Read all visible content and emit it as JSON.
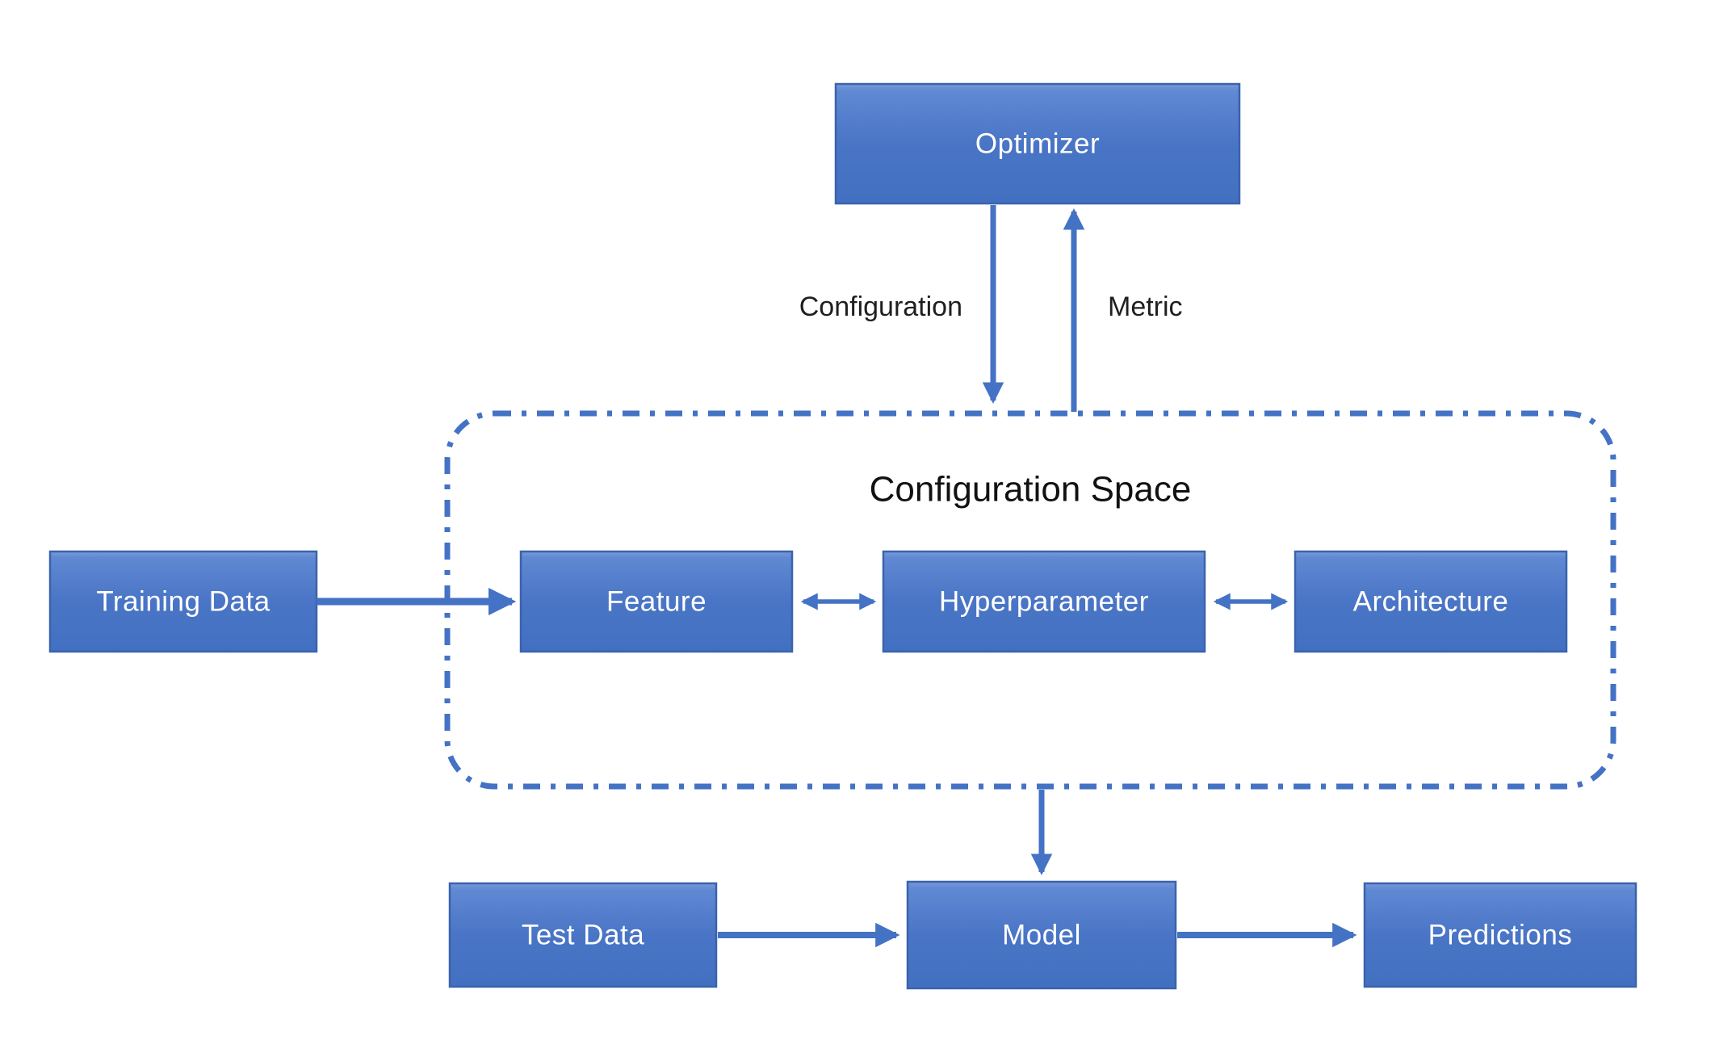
{
  "diagram": {
    "title": "Configuration Space",
    "nodes": {
      "optimizer": {
        "label": "Optimizer"
      },
      "training_data": {
        "label": "Training Data"
      },
      "feature": {
        "label": "Feature"
      },
      "hyperparameter": {
        "label": "Hyperparameter"
      },
      "architecture": {
        "label": "Architecture"
      },
      "test_data": {
        "label": "Test Data"
      },
      "model": {
        "label": "Model"
      },
      "predictions": {
        "label": "Predictions"
      }
    },
    "edge_labels": {
      "configuration": "Configuration",
      "metric": "Metric"
    },
    "colors": {
      "node_fill_top": "#6089d3",
      "node_fill_bottom": "#4270c0",
      "node_border": "#3a63ad",
      "node_text": "#ffffff",
      "arrow": "#4472c4",
      "container_border": "#4472c4",
      "label_text": "#1f1f1f",
      "background": "#ffffff"
    }
  }
}
